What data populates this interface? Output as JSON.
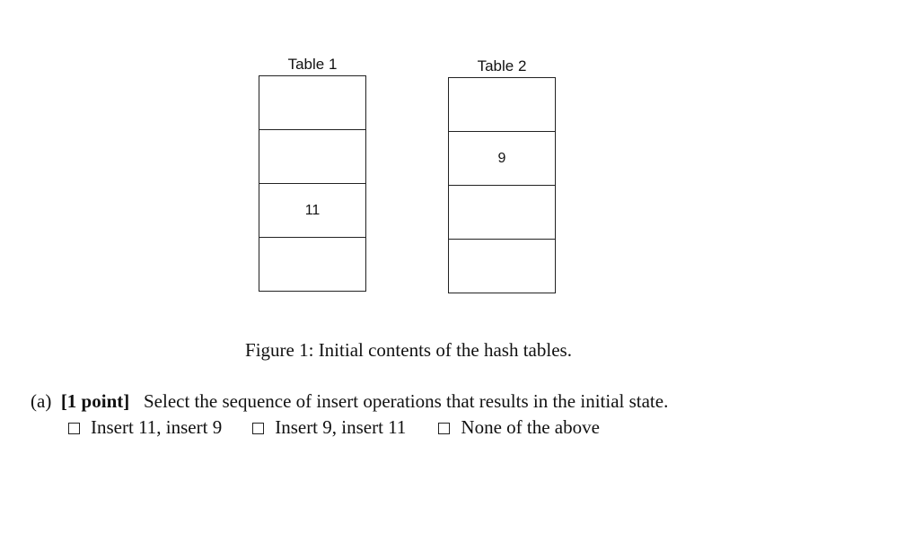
{
  "figure": {
    "tables": [
      {
        "title": "Table 1",
        "cells": [
          "",
          "",
          "11",
          ""
        ]
      },
      {
        "title": "Table 2",
        "cells": [
          "",
          "9",
          "",
          ""
        ]
      }
    ],
    "caption": "Figure 1: Initial contents of the hash tables."
  },
  "question": {
    "label": "(a)",
    "points": "[1 point]",
    "text": "Select the sequence of insert operations that results in the initial state.",
    "options": [
      "Insert 11, insert 9",
      "Insert 9, insert 11",
      "None of the above"
    ]
  }
}
